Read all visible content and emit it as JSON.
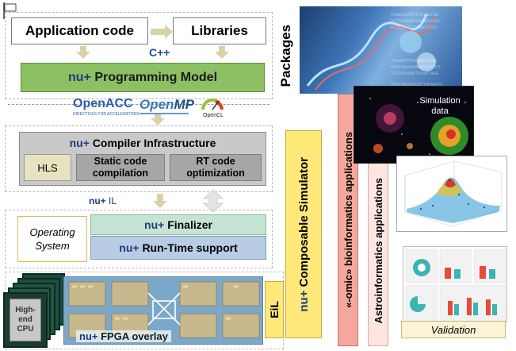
{
  "top": {
    "app_code": "Application code",
    "libraries": "Libraries",
    "cpp": "C++",
    "packages": "Packages"
  },
  "prog_model": {
    "prefix": "nu+",
    "label": "Programming Model"
  },
  "logos": {
    "openacc": "OpenACC",
    "openacc_sub": "DIRECTIVES FOR ACCELERATORS",
    "openmp_a": "Open",
    "openmp_b": "MP",
    "opencl": "OpenCL"
  },
  "compiler": {
    "title_prefix": "nu+",
    "title": "Compiler  Infrastructure",
    "hls": "HLS",
    "static": "Static code compilation",
    "rt": "RT code optimization"
  },
  "il": {
    "prefix": "nu+",
    "label": "IL"
  },
  "os": {
    "label": "Operating System"
  },
  "finalizer": {
    "prefix": "nu+",
    "label": "Finalizer"
  },
  "runtime": {
    "prefix": "nu+",
    "label": "Run-Time  support"
  },
  "fpga": {
    "prefix": "nu+",
    "label": "FPGA overlay",
    "cpu": "High-end CPU"
  },
  "eil": "EiL",
  "simulator": {
    "prefix": "nu+",
    "label": "Composable Simulator"
  },
  "omic": "«-omic» bioinformatics applications",
  "astro": "Astroinformatics applications",
  "astro_img": {
    "label": "Simulation data"
  },
  "validation": "Validation",
  "colors": {
    "green": "#8cc063",
    "gray": "#c9c9c9",
    "beige": "#e8e2bf",
    "blue": "#b8cce4",
    "yellow": "#ffe87a",
    "salmon": "#f4a79c",
    "teal": "#c6e4d4"
  }
}
